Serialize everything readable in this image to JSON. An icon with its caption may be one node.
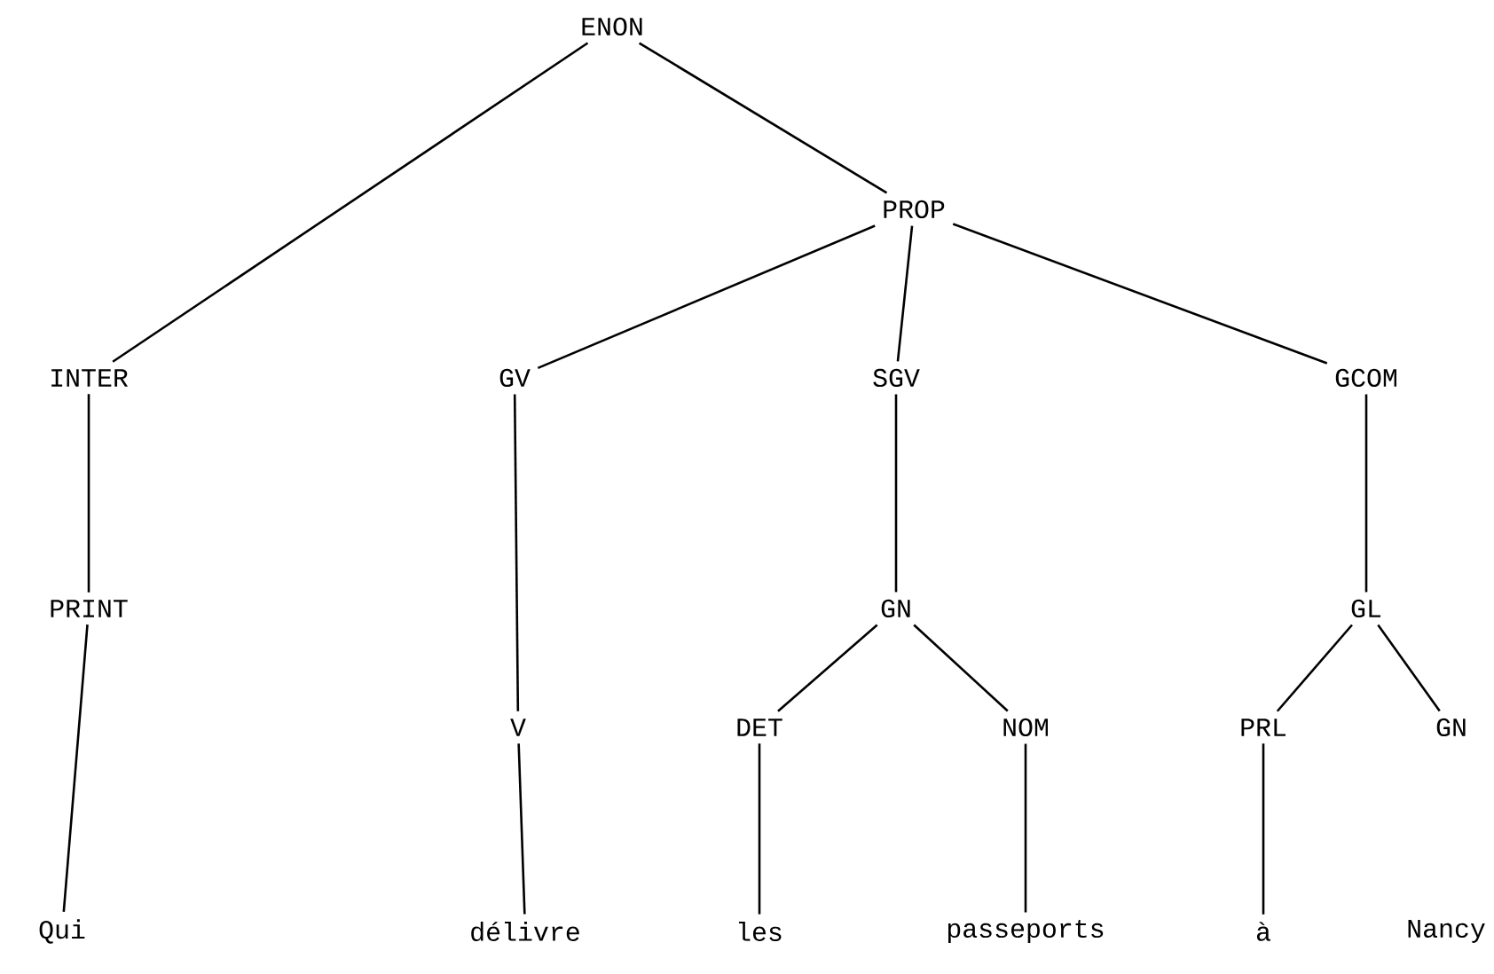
{
  "diagram": {
    "nodes": [
      {
        "text": [
          "ENON"
        ]
      },
      {
        "text": [
          "PROP"
        ]
      },
      {
        "text": [
          "INTER"
        ]
      },
      {
        "text": [
          "GV"
        ]
      },
      {
        "text": [
          "SGV"
        ]
      },
      {
        "text": [
          "GCOM"
        ]
      },
      {
        "text": [
          "PRINT"
        ]
      },
      {
        "text": [
          "GN"
        ]
      },
      {
        "text": [
          "GL"
        ]
      },
      {
        "text": [
          "V"
        ]
      },
      {
        "text": [
          "DET"
        ]
      },
      {
        "text": [
          "NOM"
        ]
      },
      {
        "text": [
          "PRL"
        ]
      },
      {
        "text": [
          "GN"
        ]
      },
      {
        "text": [
          "Qui"
        ]
      },
      {
        "text": [
          "délivre"
        ]
      },
      {
        "text": [
          "les"
        ]
      },
      {
        "text": [
          "passeports"
        ]
      },
      {
        "text": [
          "à"
        ]
      },
      {
        "text": [
          "Nancy"
        ]
      }
    ],
    "edges": [
      {
        "from": 0,
        "to": 2,
        "arrow": "none"
      },
      {
        "from": 0,
        "to": 1,
        "arrow": "none"
      },
      {
        "from": 1,
        "to": 3,
        "arrow": "none"
      },
      {
        "from": 1,
        "to": 4,
        "arrow": "none"
      },
      {
        "from": 1,
        "to": 5,
        "arrow": "none"
      },
      {
        "from": 2,
        "to": 6,
        "arrow": "none"
      },
      {
        "from": 6,
        "to": 14,
        "arrow": "none"
      },
      {
        "from": 3,
        "to": 9,
        "arrow": "none"
      },
      {
        "from": 9,
        "to": 15,
        "arrow": "none"
      },
      {
        "from": 4,
        "to": 7,
        "arrow": "none"
      },
      {
        "from": 7,
        "to": 10,
        "arrow": "none"
      },
      {
        "from": 7,
        "to": 11,
        "arrow": "none"
      },
      {
        "from": 10,
        "to": 16,
        "arrow": "none"
      },
      {
        "from": 11,
        "to": 17,
        "arrow": "none"
      },
      {
        "from": 5,
        "to": 8,
        "arrow": "none"
      },
      {
        "from": 8,
        "to": 12,
        "arrow": "none"
      },
      {
        "from": 8,
        "to": 13,
        "arrow": "none"
      },
      {
        "from": 12,
        "to": 18,
        "arrow": "none"
      }
    ]
  }
}
